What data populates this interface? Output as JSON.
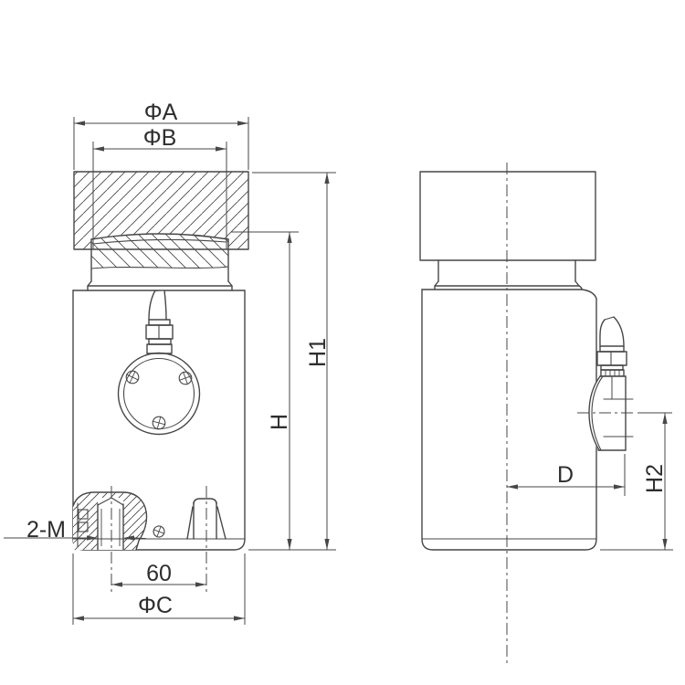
{
  "drawing": {
    "colors": {
      "line": "#474747",
      "text": "#2e2e2e",
      "background": "#ffffff"
    },
    "front_view": {
      "dim_phi_a": "ΦA",
      "dim_phi_b": "ΦB",
      "dim_h1": "H1",
      "dim_h": "H",
      "thread_callout": "2-M",
      "dim_spacing": "60",
      "dim_phi_c": "ΦC"
    },
    "side_view": {
      "dim_d": "D",
      "dim_h2": "H2"
    }
  }
}
